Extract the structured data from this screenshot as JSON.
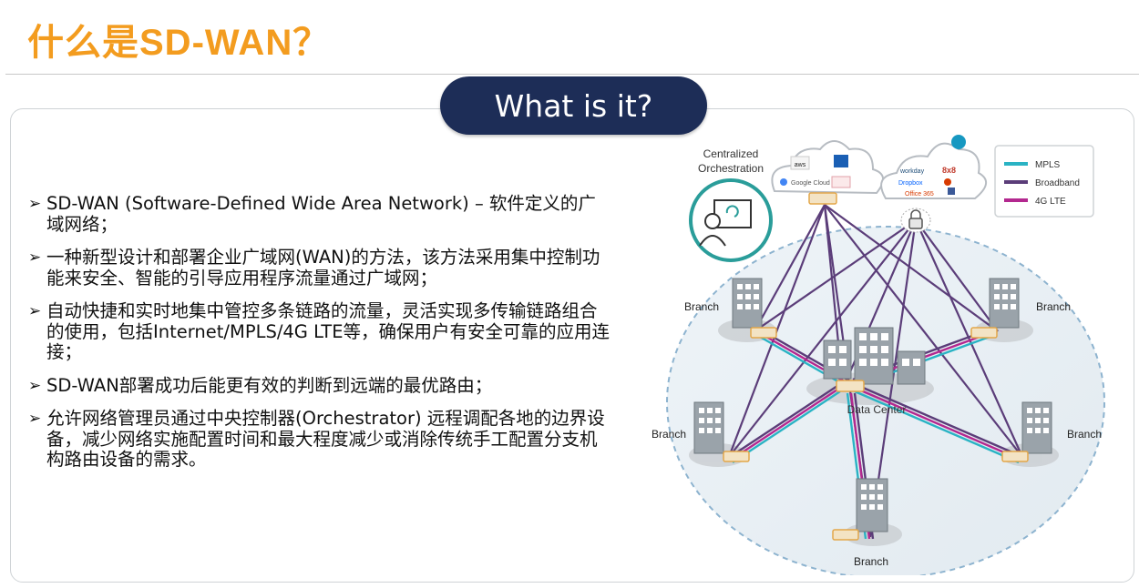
{
  "title": "什么是SD-WAN？",
  "badge": "What is it?",
  "bullets": [
    "SD-WAN (Software-Defined Wide Area Network) – 软件定义的广域网络；",
    "一种新型设计和部署企业广域网(WAN)的方法，该方法采用集中控制功能来安全、智能的引导应用程序流量通过广域网；",
    "自动快捷和实时地集中管控多条链路的流量，灵活实现多传输链路组合的使用，包括Internet/MPLS/4G LTE等，确保用户有安全可靠的应用连接；",
    "SD-WAN部署成功后能更有效的判断到远端的最优路由；",
    "允许网络管理员通过中央控制器(Orchestrator) 远程调配各地的边界设备，减少网络实施配置时间和最大程度减少或消除传统手工配置分支机构路由设备的需求。"
  ],
  "diagram": {
    "orchestration_label": [
      "Centralized",
      "Orchestration"
    ],
    "cloud_left_labels": [
      "aws",
      "Google Cloud"
    ],
    "cloud_right_labels": [
      "workday",
      "8x8",
      "Dropbox",
      "Office 365"
    ],
    "legend": [
      {
        "label": "MPLS",
        "color": "#2ab3c4"
      },
      {
        "label": "Broadband",
        "color": "#5b3d79"
      },
      {
        "label": "4G LTE",
        "color": "#b3288f"
      }
    ],
    "branch_label": "Branch",
    "datacenter_label": "Data Center"
  },
  "colors": {
    "title": "#f39c1f",
    "badge_bg": "#1d2d57",
    "orchestration_ring": "#2a9d9a",
    "device": "#e3a74a"
  }
}
